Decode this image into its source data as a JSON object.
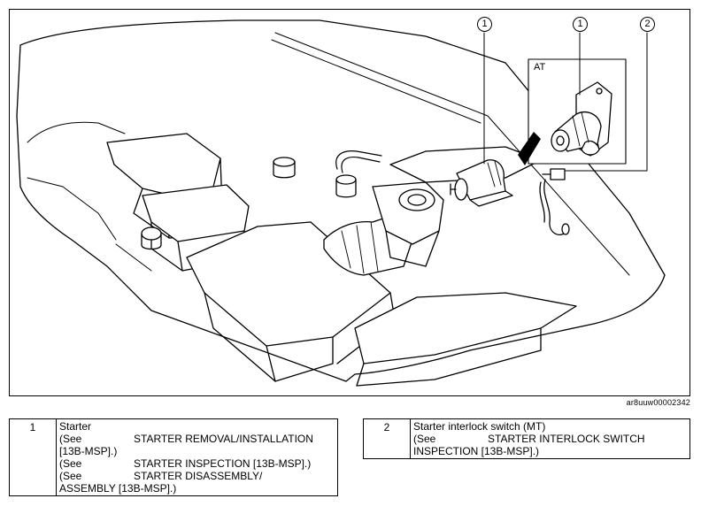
{
  "figure": {
    "code": "ar8uuw00002342",
    "inset_label": "AT",
    "callouts": [
      "1",
      "1",
      "2"
    ]
  },
  "legend": [
    {
      "number": "1",
      "name": "Starter",
      "refs": [
        {
          "see": "(See",
          "ref": "STARTER REMOVAL/INSTALLATION",
          "cont": "[13B-MSP].)"
        },
        {
          "see": "(See",
          "ref": "STARTER INSPECTION [13B-MSP].)",
          "cont": ""
        },
        {
          "see": "(See",
          "ref": "STARTER DISASSEMBLY/",
          "cont": "ASSEMBLY [13B-MSP].)"
        }
      ]
    },
    {
      "number": "2",
      "name": "Starter interlock switch (MT)",
      "refs": [
        {
          "see": "(See",
          "ref": "STARTER INTERLOCK SWITCH",
          "cont": "INSPECTION [13B-MSP].)"
        }
      ]
    }
  ]
}
